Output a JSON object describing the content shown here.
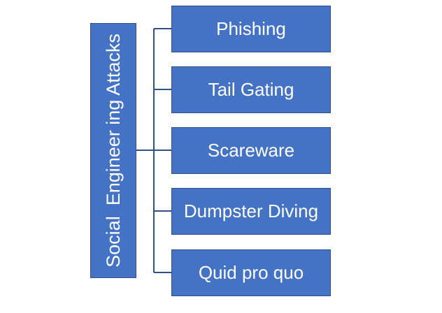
{
  "diagram": {
    "root": {
      "label": "Social  Engineer ing Attacks"
    },
    "children": [
      {
        "label": "Phishing"
      },
      {
        "label": "Tail Gating"
      },
      {
        "label": "Scareware"
      },
      {
        "label": "Dumpster Diving"
      },
      {
        "label": "Quid pro quo"
      }
    ],
    "colors": {
      "box_fill": "#4472c4",
      "box_border": "#2f528f",
      "connector": "#2f528f",
      "text": "#ffffff"
    }
  }
}
